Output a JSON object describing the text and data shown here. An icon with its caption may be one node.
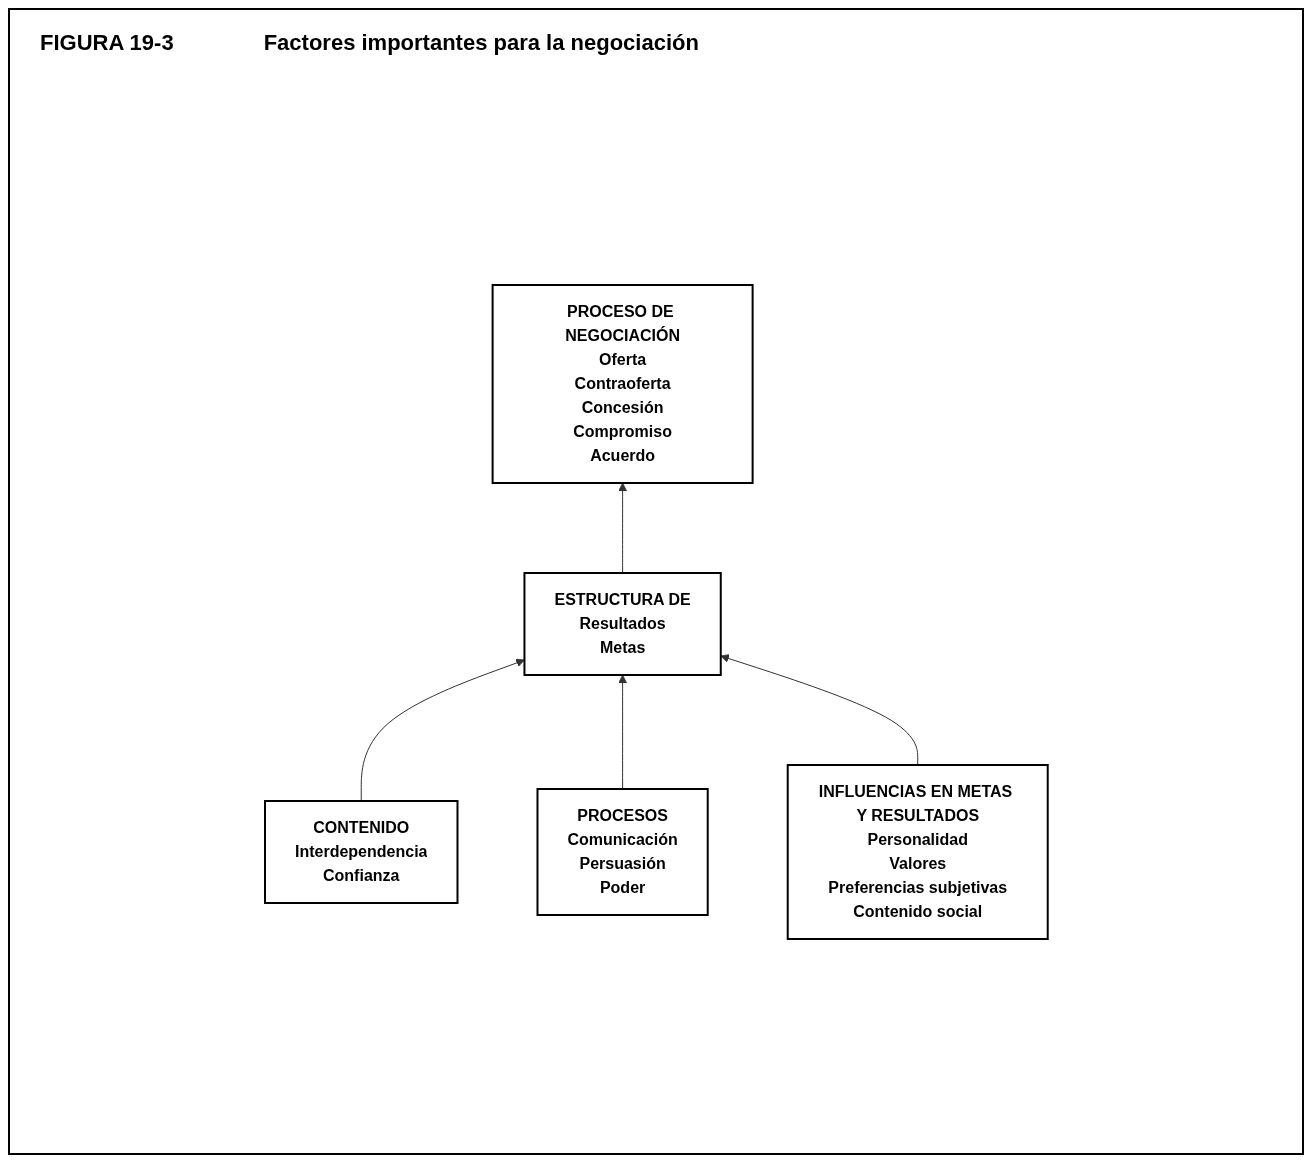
{
  "diagram": {
    "title": "Factores importantes para la negociación",
    "nodes": [
      {
        "text": [
          "PROCESO DE NEGOCIACIÓN",
          "Oferta",
          "Contraoferta",
          "Concesión",
          "Compromiso",
          "Acuerdo"
        ]
      },
      {
        "text": [
          "CONTENIDO",
          "Interdependencia",
          "Confianza"
        ]
      },
      {
        "text": [
          "ESTRUCTURA DE",
          "Resultados",
          "Metas"
        ]
      },
      {
        "text": [
          "PROCESOS",
          "Comunicación",
          "Persuasión",
          "Poder"
        ]
      },
      {
        "text": [
          "INFLUENCIAS EN METAS Y RESULTADOS",
          "Personalidad",
          "Valores",
          "Preferencias subjetivas",
          "Contenido social"
        ]
      }
    ],
    "edges": [
      {
        "from": 2,
        "to": 0,
        "arrow": "to"
      },
      {
        "from": 1,
        "to": 2,
        "arrow": "to"
      },
      {
        "from": 3,
        "to": 2,
        "arrow": "to"
      },
      {
        "from": 4,
        "to": 2,
        "arrow": "to"
      }
    ],
    "labels": [
      "FIGURA 19-3"
    ]
  }
}
